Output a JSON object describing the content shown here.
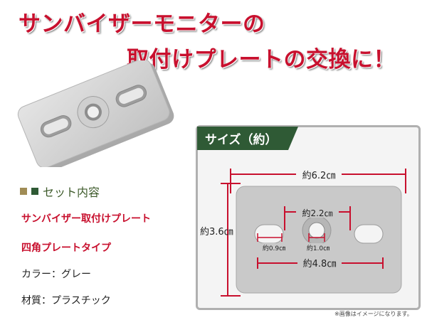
{
  "headline": {
    "line1": "サンバイザーモニターの",
    "line2": "取付けプレートの交換に！"
  },
  "colors": {
    "accent_red": "#c8102e",
    "panel_green": "#2f5a35",
    "plate_gray": "#d4d4d4"
  },
  "set_contents": {
    "title": "セット内容",
    "items": [
      "サンバイザー取付けプレート",
      "四角プレートタイプ",
      "カラー：グレー",
      "材質：プラスチック"
    ]
  },
  "size_panel": {
    "title": "サイズ（約）",
    "dimensions": {
      "width": "約6.2㎝",
      "height": "約3.6㎝",
      "hole_span": "約2.2㎝",
      "slot_width": "約0.9㎝",
      "center_hole": "約1.0㎝",
      "slot_span": "約4.8㎝"
    },
    "note": "※画像はイメージになります。"
  }
}
